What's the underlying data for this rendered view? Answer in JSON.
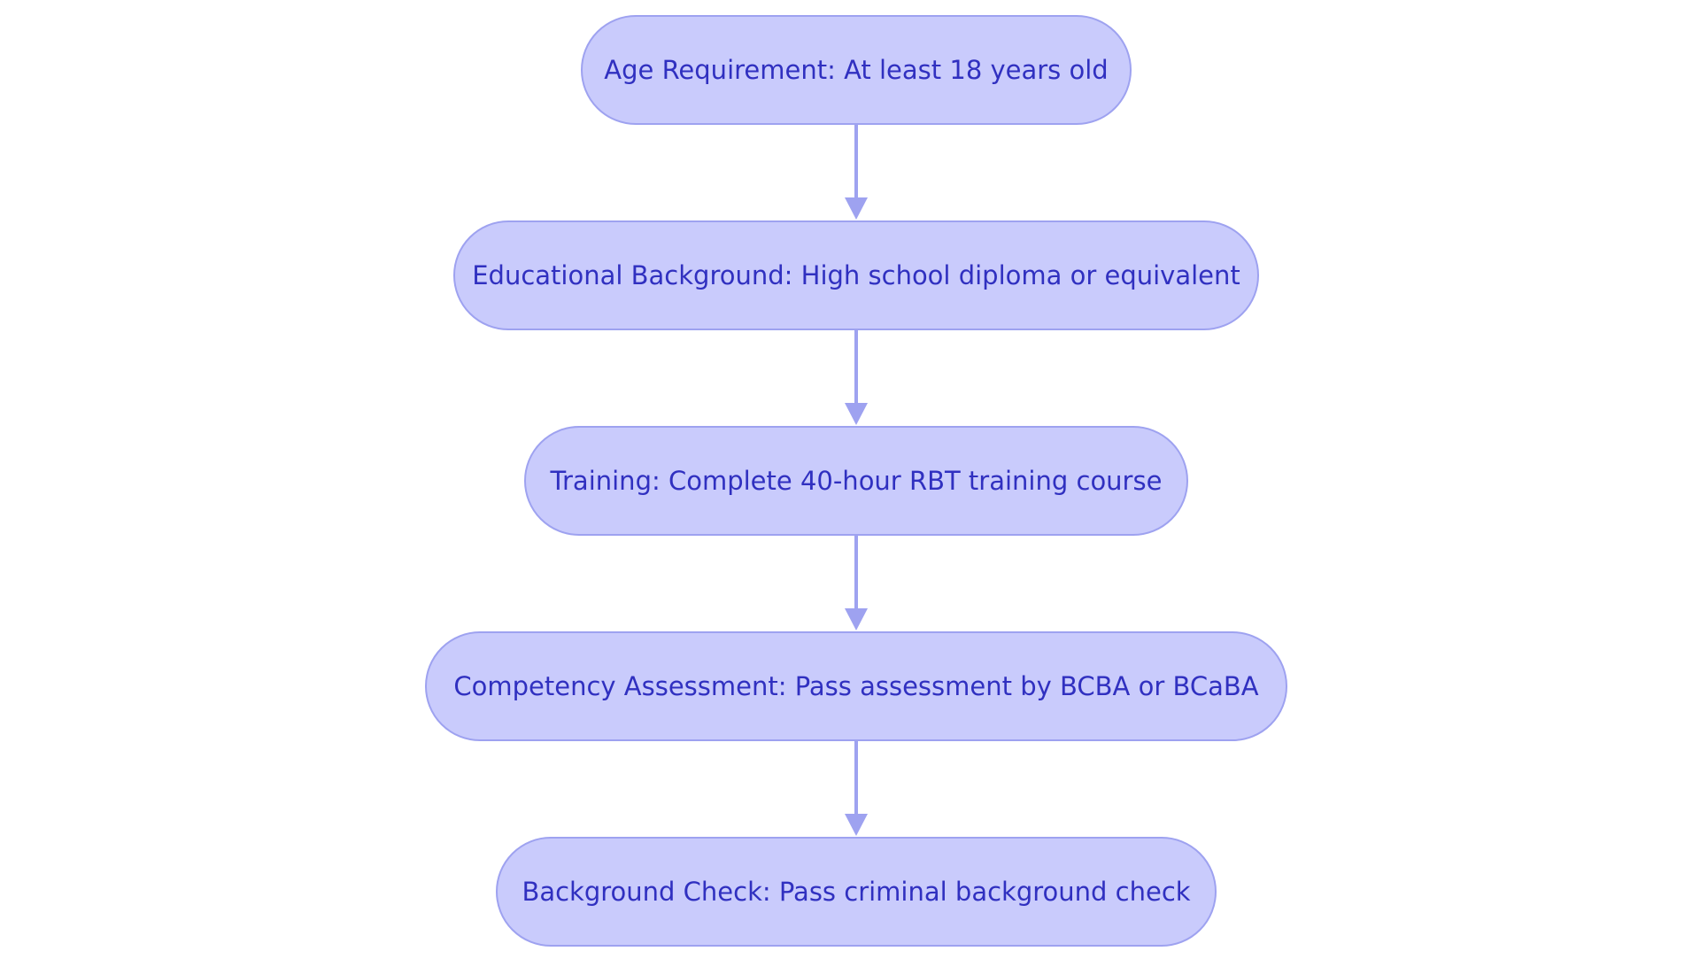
{
  "colors": {
    "node_fill": "#C9CBFC",
    "node_stroke": "#9EA2F0",
    "node_text": "#3030C0",
    "edge": "#9EA2F0",
    "background": "#FFFFFF"
  },
  "diagram": {
    "type": "flowchart",
    "direction": "top-to-bottom",
    "nodes": [
      {
        "id": "age",
        "shape": "stadium",
        "label": "Age Requirement: At least 18 years old"
      },
      {
        "id": "education",
        "shape": "stadium",
        "label": "Educational Background: High school diploma or equivalent"
      },
      {
        "id": "training",
        "shape": "stadium",
        "label": "Training: Complete 40-hour RBT training course"
      },
      {
        "id": "competency",
        "shape": "stadium",
        "label": "Competency Assessment: Pass assessment by BCBA or BCaBA"
      },
      {
        "id": "background",
        "shape": "stadium",
        "label": "Background Check: Pass criminal background check"
      }
    ],
    "edges": [
      {
        "from": "age",
        "to": "education"
      },
      {
        "from": "education",
        "to": "training"
      },
      {
        "from": "training",
        "to": "competency"
      },
      {
        "from": "competency",
        "to": "background"
      }
    ]
  }
}
